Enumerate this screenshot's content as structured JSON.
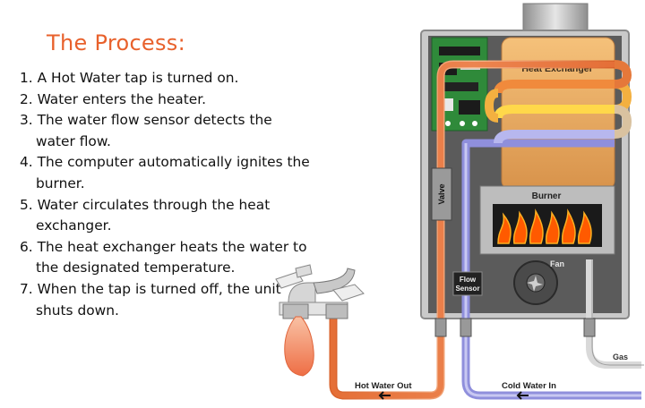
{
  "title": "The Process:",
  "steps": [
    "1. A Hot Water tap is turned on.",
    "2. Water enters the heater.",
    "3. The water flow sensor detects the water flow.",
    "4. The computer automatically ignites the burner.",
    "5. Water circulates through the heat exchanger.",
    "6. The heat exchanger heats the water to the designated temperature.",
    "7. When the tap is turned off, the unit shuts down."
  ],
  "diagram": {
    "heat_exchanger_label": "Heat Exchanger",
    "burner_label": "Burner",
    "fan_label": "Fan",
    "valve_label": "Valve",
    "flow_sensor_label_1": "Flow",
    "flow_sensor_label_2": "Sensor",
    "gas_label": "Gas",
    "hot_water_out_label": "Hot Water Out",
    "cold_water_in_label": "Cold Water In"
  },
  "colors": {
    "title": "#e8612c",
    "hot_pipe": "#e8743c",
    "cold_pipe": "#8f8fdc",
    "heater_body": "#cfcfcf",
    "panel": "#5a5a5a",
    "flame": "#ff6a00"
  }
}
